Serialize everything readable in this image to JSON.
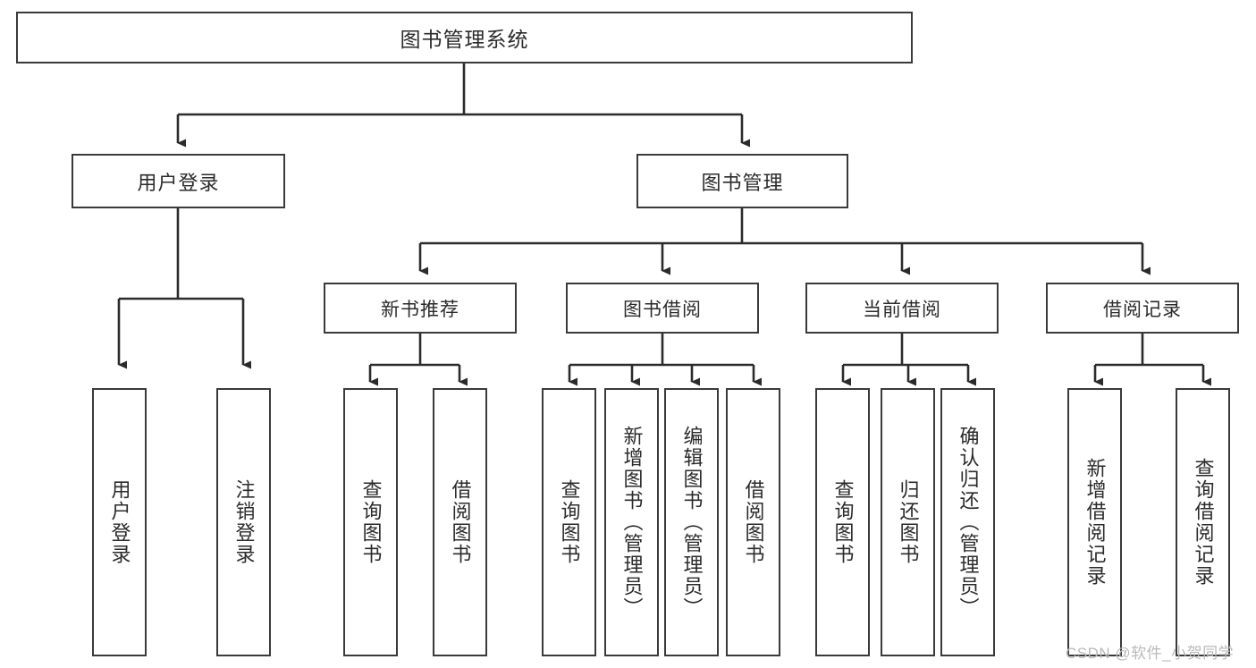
{
  "diagram": {
    "title": "图书管理系统",
    "type": "tree-hierarchy-diagram",
    "root": {
      "id": "root",
      "label": "图书管理系统"
    },
    "level1": [
      {
        "id": "user-login",
        "label": "用户登录"
      },
      {
        "id": "book-management",
        "label": "图书管理"
      }
    ],
    "level2": [
      {
        "id": "new-book-recommend",
        "label": "新书推荐"
      },
      {
        "id": "book-borrow",
        "label": "图书借阅"
      },
      {
        "id": "current-borrow",
        "label": "当前借阅"
      },
      {
        "id": "borrow-record",
        "label": "借阅记录"
      }
    ],
    "leaves": {
      "user_login": [
        {
          "id": "leaf-user-login",
          "label": "用户登录"
        },
        {
          "id": "leaf-logout",
          "label": "注销登录"
        }
      ],
      "new_book_recommend": [
        {
          "id": "leaf-query-book-1",
          "label": "查询图书"
        },
        {
          "id": "leaf-borrow-book-1",
          "label": "借阅图书"
        }
      ],
      "book_borrow": [
        {
          "id": "leaf-query-book-2",
          "label": "查询图书"
        },
        {
          "id": "leaf-add-book",
          "label": "新增图书（管理员）"
        },
        {
          "id": "leaf-edit-book",
          "label": "编辑图书（管理员）"
        },
        {
          "id": "leaf-borrow-book-2",
          "label": "借阅图书"
        }
      ],
      "current_borrow": [
        {
          "id": "leaf-query-book-3",
          "label": "查询图书"
        },
        {
          "id": "leaf-return-book",
          "label": "归还图书"
        },
        {
          "id": "leaf-confirm-return",
          "label": "确认归还（管理员）"
        }
      ],
      "borrow_record": [
        {
          "id": "leaf-add-record",
          "label": "新增借阅记录"
        },
        {
          "id": "leaf-query-record",
          "label": "查询借阅记录"
        }
      ]
    }
  },
  "watermark": {
    "text": "CSDN @软件_小贺同学"
  },
  "colors": {
    "border": "#3a3a3a",
    "background": "#ffffff",
    "text": "#2b2b2b",
    "edge": "#2b2b2b",
    "watermark": "#b9b9b9"
  }
}
